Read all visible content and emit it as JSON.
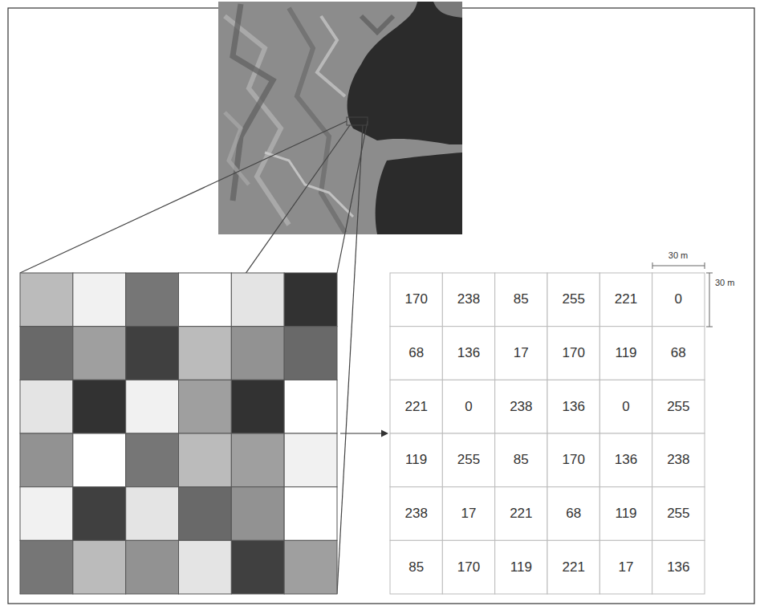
{
  "diagram": {
    "labels": [
      "170",
      "238",
      "85",
      "255",
      "221",
      "0",
      "68",
      "136",
      "17",
      "170",
      "119",
      "68",
      "221",
      "0",
      "238",
      "136",
      "0",
      "255",
      "119",
      "255",
      "85",
      "170",
      "136",
      "238",
      "238",
      "17",
      "221",
      "68",
      "119",
      "255",
      "85",
      "170",
      "119",
      "221",
      "17",
      "136",
      "30 m",
      "30 m"
    ]
  }
}
